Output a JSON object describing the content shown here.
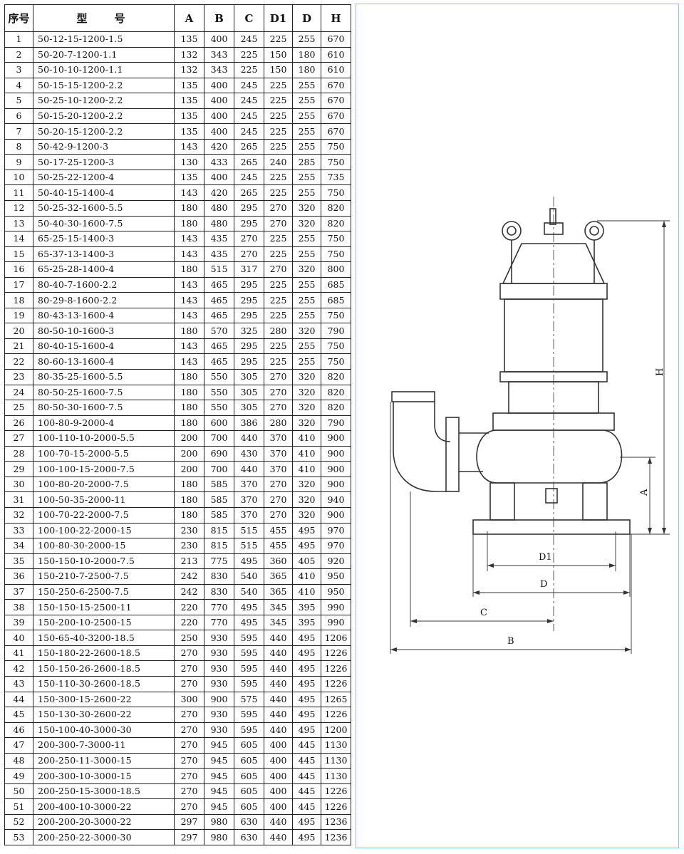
{
  "table": {
    "headers": {
      "no": "序号",
      "model": "型号",
      "a": "A",
      "b": "B",
      "c": "C",
      "d1": "D1",
      "d": "D",
      "h": "H"
    },
    "rows": [
      {
        "no": "1",
        "model": "50-12-15-1200-1.5",
        "a": "135",
        "b": "400",
        "c": "245",
        "d1": "225",
        "d": "255",
        "h": "670"
      },
      {
        "no": "2",
        "model": "50-20-7-1200-1.1",
        "a": "132",
        "b": "343",
        "c": "225",
        "d1": "150",
        "d": "180",
        "h": "610"
      },
      {
        "no": "3",
        "model": "50-10-10-1200-1.1",
        "a": "132",
        "b": "343",
        "c": "225",
        "d1": "150",
        "d": "180",
        "h": "610"
      },
      {
        "no": "4",
        "model": "50-15-15-1200-2.2",
        "a": "135",
        "b": "400",
        "c": "245",
        "d1": "225",
        "d": "255",
        "h": "670"
      },
      {
        "no": "5",
        "model": "50-25-10-1200-2.2",
        "a": "135",
        "b": "400",
        "c": "245",
        "d1": "225",
        "d": "255",
        "h": "670"
      },
      {
        "no": "6",
        "model": "50-15-20-1200-2.2",
        "a": "135",
        "b": "400",
        "c": "245",
        "d1": "225",
        "d": "255",
        "h": "670"
      },
      {
        "no": "7",
        "model": "50-20-15-1200-2.2",
        "a": "135",
        "b": "400",
        "c": "245",
        "d1": "225",
        "d": "255",
        "h": "670"
      },
      {
        "no": "8",
        "model": "50-42-9-1200-3",
        "a": "143",
        "b": "420",
        "c": "265",
        "d1": "225",
        "d": "255",
        "h": "750"
      },
      {
        "no": "9",
        "model": "50-17-25-1200-3",
        "a": "130",
        "b": "433",
        "c": "265",
        "d1": "240",
        "d": "285",
        "h": "750"
      },
      {
        "no": "10",
        "model": "50-25-22-1200-4",
        "a": "135",
        "b": "400",
        "c": "245",
        "d1": "225",
        "d": "255",
        "h": "735"
      },
      {
        "no": "11",
        "model": "50-40-15-1400-4",
        "a": "143",
        "b": "420",
        "c": "265",
        "d1": "225",
        "d": "255",
        "h": "750"
      },
      {
        "no": "12",
        "model": "50-25-32-1600-5.5",
        "a": "180",
        "b": "480",
        "c": "295",
        "d1": "270",
        "d": "320",
        "h": "820"
      },
      {
        "no": "13",
        "model": "50-40-30-1600-7.5",
        "a": "180",
        "b": "480",
        "c": "295",
        "d1": "270",
        "d": "320",
        "h": "820"
      },
      {
        "no": "14",
        "model": "65-25-15-1400-3",
        "a": "143",
        "b": "435",
        "c": "270",
        "d1": "225",
        "d": "255",
        "h": "750"
      },
      {
        "no": "15",
        "model": "65-37-13-1400-3",
        "a": "143",
        "b": "435",
        "c": "270",
        "d1": "225",
        "d": "255",
        "h": "750"
      },
      {
        "no": "16",
        "model": "65-25-28-1400-4",
        "a": "180",
        "b": "515",
        "c": "317",
        "d1": "270",
        "d": "320",
        "h": "800"
      },
      {
        "no": "17",
        "model": "80-40-7-1600-2.2",
        "a": "143",
        "b": "465",
        "c": "295",
        "d1": "225",
        "d": "255",
        "h": "685"
      },
      {
        "no": "18",
        "model": "80-29-8-1600-2.2",
        "a": "143",
        "b": "465",
        "c": "295",
        "d1": "225",
        "d": "255",
        "h": "685"
      },
      {
        "no": "19",
        "model": "80-43-13-1600-4",
        "a": "143",
        "b": "465",
        "c": "295",
        "d1": "225",
        "d": "255",
        "h": "750"
      },
      {
        "no": "20",
        "model": "80-50-10-1600-3",
        "a": "180",
        "b": "570",
        "c": "325",
        "d1": "280",
        "d": "320",
        "h": "790"
      },
      {
        "no": "21",
        "model": "80-40-15-1600-4",
        "a": "143",
        "b": "465",
        "c": "295",
        "d1": "225",
        "d": "255",
        "h": "750"
      },
      {
        "no": "22",
        "model": "80-60-13-1600-4",
        "a": "143",
        "b": "465",
        "c": "295",
        "d1": "225",
        "d": "255",
        "h": "750"
      },
      {
        "no": "23",
        "model": "80-35-25-1600-5.5",
        "a": "180",
        "b": "550",
        "c": "305",
        "d1": "270",
        "d": "320",
        "h": "820"
      },
      {
        "no": "24",
        "model": "80-50-25-1600-7.5",
        "a": "180",
        "b": "550",
        "c": "305",
        "d1": "270",
        "d": "320",
        "h": "820"
      },
      {
        "no": "25",
        "model": "80-50-30-1600-7.5",
        "a": "180",
        "b": "550",
        "c": "305",
        "d1": "270",
        "d": "320",
        "h": "820"
      },
      {
        "no": "26",
        "model": "100-80-9-2000-4",
        "a": "180",
        "b": "600",
        "c": "386",
        "d1": "280",
        "d": "320",
        "h": "790"
      },
      {
        "no": "27",
        "model": "100-110-10-2000-5.5",
        "a": "200",
        "b": "700",
        "c": "440",
        "d1": "370",
        "d": "410",
        "h": "900"
      },
      {
        "no": "28",
        "model": "100-70-15-2000-5.5",
        "a": "200",
        "b": "690",
        "c": "430",
        "d1": "370",
        "d": "410",
        "h": "900"
      },
      {
        "no": "29",
        "model": "100-100-15-2000-7.5",
        "a": "200",
        "b": "700",
        "c": "440",
        "d1": "370",
        "d": "410",
        "h": "900"
      },
      {
        "no": "30",
        "model": "100-80-20-2000-7.5",
        "a": "180",
        "b": "585",
        "c": "370",
        "d1": "270",
        "d": "320",
        "h": "900"
      },
      {
        "no": "31",
        "model": "100-50-35-2000-11",
        "a": "180",
        "b": "585",
        "c": "370",
        "d1": "270",
        "d": "320",
        "h": "940"
      },
      {
        "no": "32",
        "model": "100-70-22-2000-7.5",
        "a": "180",
        "b": "585",
        "c": "370",
        "d1": "270",
        "d": "320",
        "h": "900"
      },
      {
        "no": "33",
        "model": "100-100-22-2000-15",
        "a": "230",
        "b": "815",
        "c": "515",
        "d1": "455",
        "d": "495",
        "h": "970"
      },
      {
        "no": "34",
        "model": "100-80-30-2000-15",
        "a": "230",
        "b": "815",
        "c": "515",
        "d1": "455",
        "d": "495",
        "h": "970"
      },
      {
        "no": "35",
        "model": "150-150-10-2000-7.5",
        "a": "213",
        "b": "775",
        "c": "495",
        "d1": "360",
        "d": "405",
        "h": "920"
      },
      {
        "no": "36",
        "model": "150-210-7-2500-7.5",
        "a": "242",
        "b": "830",
        "c": "540",
        "d1": "365",
        "d": "410",
        "h": "950"
      },
      {
        "no": "37",
        "model": "150-250-6-2500-7.5",
        "a": "242",
        "b": "830",
        "c": "540",
        "d1": "365",
        "d": "410",
        "h": "950"
      },
      {
        "no": "38",
        "model": "150-150-15-2500-11",
        "a": "220",
        "b": "770",
        "c": "495",
        "d1": "345",
        "d": "395",
        "h": "990"
      },
      {
        "no": "39",
        "model": "150-200-10-2500-15",
        "a": "220",
        "b": "770",
        "c": "495",
        "d1": "345",
        "d": "395",
        "h": "990"
      },
      {
        "no": "40",
        "model": "150-65-40-3200-18.5",
        "a": "250",
        "b": "930",
        "c": "595",
        "d1": "440",
        "d": "495",
        "h": "1206"
      },
      {
        "no": "41",
        "model": "150-180-22-2600-18.5",
        "a": "270",
        "b": "930",
        "c": "595",
        "d1": "440",
        "d": "495",
        "h": "1226"
      },
      {
        "no": "42",
        "model": "150-150-26-2600-18.5",
        "a": "270",
        "b": "930",
        "c": "595",
        "d1": "440",
        "d": "495",
        "h": "1226"
      },
      {
        "no": "43",
        "model": "150-110-30-2600-18.5",
        "a": "270",
        "b": "930",
        "c": "595",
        "d1": "440",
        "d": "495",
        "h": "1226"
      },
      {
        "no": "44",
        "model": "150-300-15-2600-22",
        "a": "300",
        "b": "900",
        "c": "575",
        "d1": "440",
        "d": "495",
        "h": "1265"
      },
      {
        "no": "45",
        "model": "150-130-30-2600-22",
        "a": "270",
        "b": "930",
        "c": "595",
        "d1": "440",
        "d": "495",
        "h": "1226"
      },
      {
        "no": "46",
        "model": "150-100-40-3000-30",
        "a": "270",
        "b": "930",
        "c": "595",
        "d1": "440",
        "d": "495",
        "h": "1200"
      },
      {
        "no": "47",
        "model": "200-300-7-3000-11",
        "a": "270",
        "b": "945",
        "c": "605",
        "d1": "400",
        "d": "445",
        "h": "1130"
      },
      {
        "no": "48",
        "model": "200-250-11-3000-15",
        "a": "270",
        "b": "945",
        "c": "605",
        "d1": "400",
        "d": "445",
        "h": "1130"
      },
      {
        "no": "49",
        "model": "200-300-10-3000-15",
        "a": "270",
        "b": "945",
        "c": "605",
        "d1": "400",
        "d": "445",
        "h": "1130"
      },
      {
        "no": "50",
        "model": "200-250-15-3000-18.5",
        "a": "270",
        "b": "945",
        "c": "605",
        "d1": "400",
        "d": "445",
        "h": "1226"
      },
      {
        "no": "51",
        "model": "200-400-10-3000-22",
        "a": "270",
        "b": "945",
        "c": "605",
        "d1": "400",
        "d": "445",
        "h": "1226"
      },
      {
        "no": "52",
        "model": "200-200-20-3000-22",
        "a": "297",
        "b": "980",
        "c": "630",
        "d1": "440",
        "d": "495",
        "h": "1236"
      },
      {
        "no": "53",
        "model": "200-250-22-3000-30",
        "a": "297",
        "b": "980",
        "c": "630",
        "d1": "440",
        "d": "495",
        "h": "1236"
      }
    ]
  },
  "drawing": {
    "labels": {
      "a": "A",
      "b": "B",
      "c": "C",
      "d1": "D1",
      "d": "D",
      "h": "H"
    },
    "line_color": "#333333",
    "frame_color": "#7fc8e6"
  }
}
